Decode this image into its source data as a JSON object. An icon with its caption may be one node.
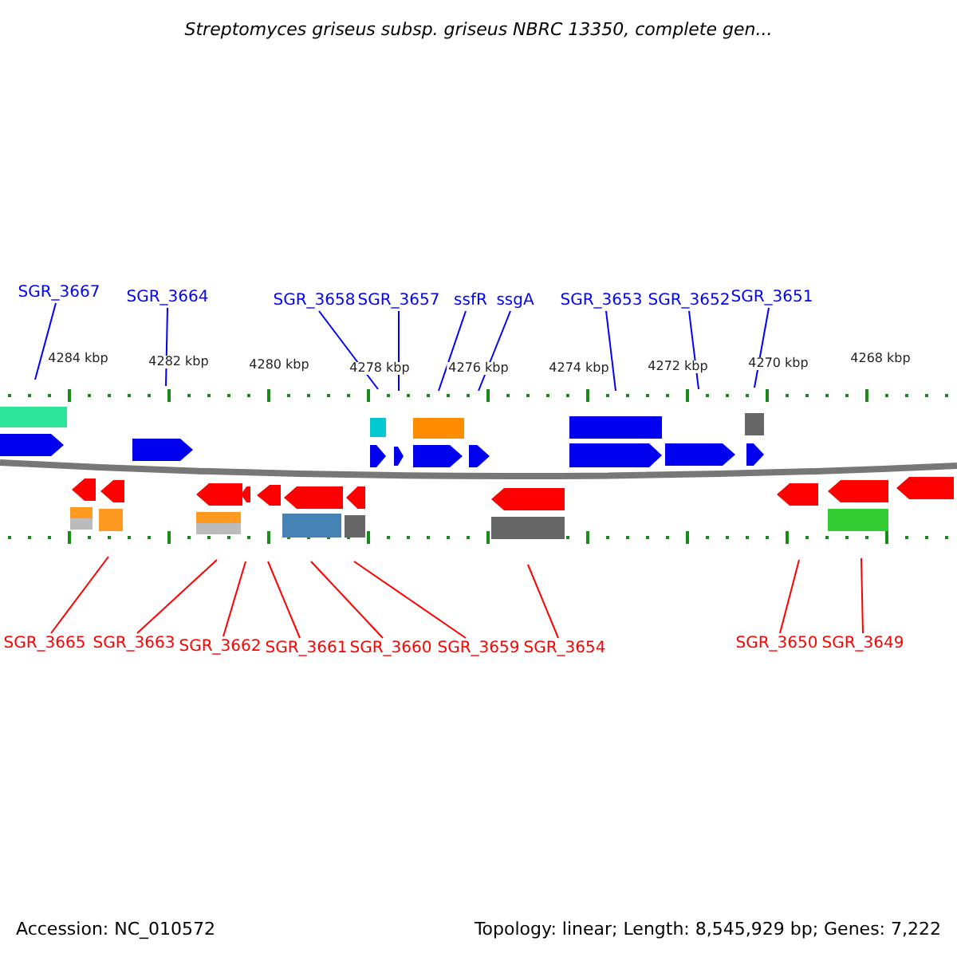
{
  "diagram": {
    "title": "Streptomyces griseus subsp. griseus NBRC 13350, complete gen...",
    "nodes": [
      {
        "text": [
          "SGR_3667"
        ]
      },
      {
        "text": [
          "SGR_3664"
        ]
      },
      {
        "text": [
          "SGR_3658"
        ]
      },
      {
        "text": [
          "SGR_3657"
        ]
      },
      {
        "text": [
          "ssfR"
        ]
      },
      {
        "text": [
          "ssgA"
        ]
      },
      {
        "text": [
          "SGR_3653"
        ]
      },
      {
        "text": [
          "SGR_3652"
        ]
      },
      {
        "text": [
          "SGR_3651"
        ]
      },
      {
        "text": [
          "SGR_3665"
        ]
      },
      {
        "text": [
          "SGR_3663"
        ]
      },
      {
        "text": [
          "SGR_3662"
        ]
      },
      {
        "text": [
          "SGR_3661"
        ]
      },
      {
        "text": [
          "SGR_3660"
        ]
      },
      {
        "text": [
          "SGR_3659"
        ]
      },
      {
        "text": [
          "SGR_3654"
        ]
      },
      {
        "text": [
          "SGR_3650"
        ]
      },
      {
        "text": [
          "SGR_3649"
        ]
      }
    ],
    "edges": [
      {
        "from": 0,
        "to": null,
        "arrow": "none"
      },
      {
        "from": 1,
        "to": null,
        "arrow": "none"
      },
      {
        "from": 2,
        "to": null,
        "arrow": "none"
      },
      {
        "from": 3,
        "to": null,
        "arrow": "none"
      },
      {
        "from": 4,
        "to": null,
        "arrow": "none"
      },
      {
        "from": 5,
        "to": null,
        "arrow": "none"
      },
      {
        "from": 6,
        "to": null,
        "arrow": "none"
      },
      {
        "from": 7,
        "to": null,
        "arrow": "none"
      },
      {
        "from": 8,
        "to": null,
        "arrow": "none"
      },
      {
        "from": 9,
        "to": null,
        "arrow": "none",
        "color": "#ff0000"
      },
      {
        "from": 10,
        "to": null,
        "arrow": "none",
        "color": "#ff0000"
      },
      {
        "from": 11,
        "to": null,
        "arrow": "none",
        "color": "#ff0000"
      },
      {
        "from": 12,
        "to": null,
        "arrow": "none",
        "color": "#ff0000"
      },
      {
        "from": 13,
        "to": null,
        "arrow": "none",
        "color": "#ff0000"
      },
      {
        "from": 14,
        "to": null,
        "arrow": "none",
        "color": "#ff0000"
      },
      {
        "from": 15,
        "to": null,
        "arrow": "none",
        "color": "#ff0000"
      },
      {
        "from": 16,
        "to": null,
        "arrow": "none",
        "color": "#ff0000"
      },
      {
        "from": 17,
        "to": null,
        "arrow": "none",
        "color": "#ff0000"
      }
    ],
    "labels": [
      "4284 kbp",
      "4282 kbp",
      "4280 kbp",
      "4278 kbp",
      "4276 kbp",
      "4274 kbp",
      "4272 kbp",
      "4270 kbp",
      "4268 kbp",
      "Accession: NC_010572",
      "Topology: linear; Length: 8,545,929 bp; Genes: 7,222"
    ]
  }
}
